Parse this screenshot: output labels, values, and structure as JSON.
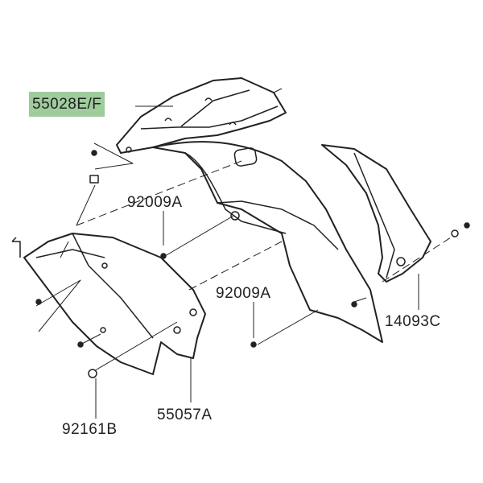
{
  "title": "Parts diagram",
  "highlight_color": "#9fcc9c",
  "parts": [
    {
      "id": "p1",
      "number": "55028E/F",
      "highlighted": true
    },
    {
      "id": "p2",
      "number": "92009A"
    },
    {
      "id": "p3",
      "number": "92009A"
    },
    {
      "id": "p4",
      "number": "14093C"
    },
    {
      "id": "p5",
      "number": "92161B"
    },
    {
      "id": "p6",
      "number": "55057A"
    }
  ]
}
